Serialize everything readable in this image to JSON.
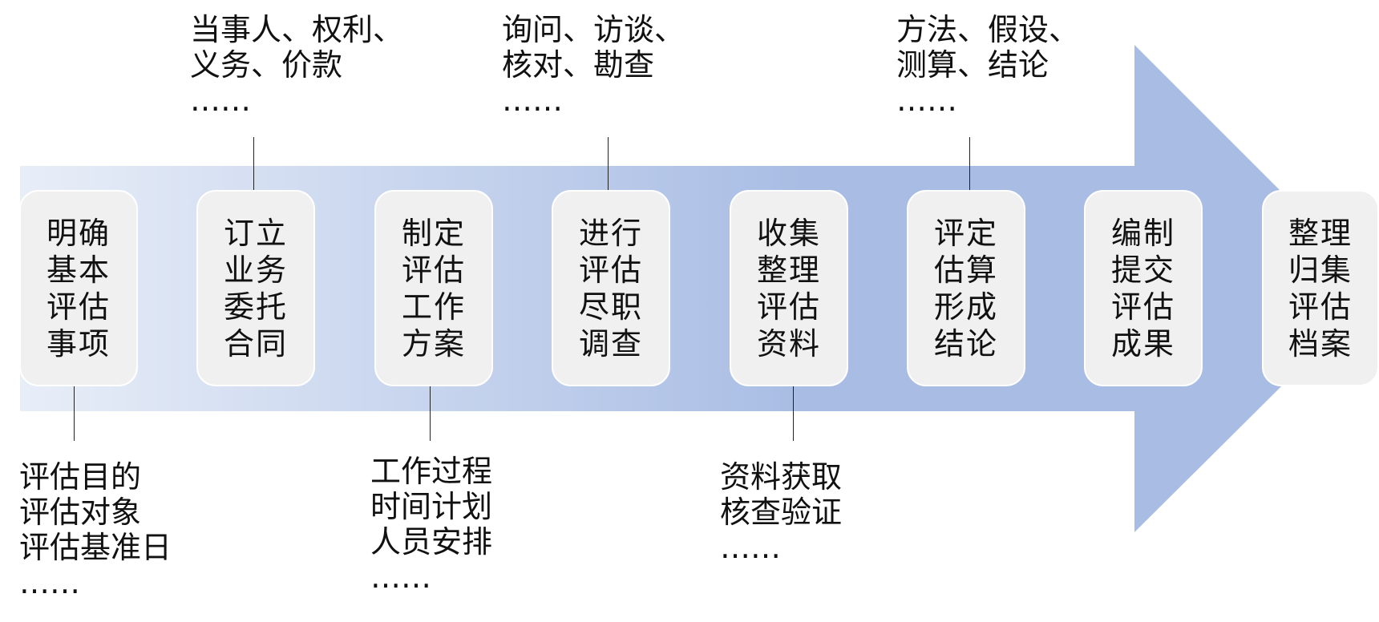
{
  "steps": [
    "明确基本评估事项",
    "订立业务委托合同",
    "制定评估工作方案",
    "进行评估尽职调查",
    "收集整理评估资料",
    "评定估算形成结论",
    "编制提交评估成果",
    "整理归集评估档案"
  ],
  "notes": {
    "top": [
      "当事人、权利、\n义务、价款\n……",
      "询问、访谈、\n核对、勘查\n……",
      "方法、假设、\n测算、结论\n……"
    ],
    "bottom": [
      "评估目的\n评估对象\n评估基准日\n……",
      "工作过程\n时间计划\n人员安排\n……",
      "资料获取\n核查验证\n……"
    ]
  },
  "colors": {
    "arrow_start": "#e8eef8",
    "arrow_end": "#a9bde4",
    "box_fill": "#f0f0f0",
    "box_border": "#ffffff",
    "line": "#222222"
  }
}
